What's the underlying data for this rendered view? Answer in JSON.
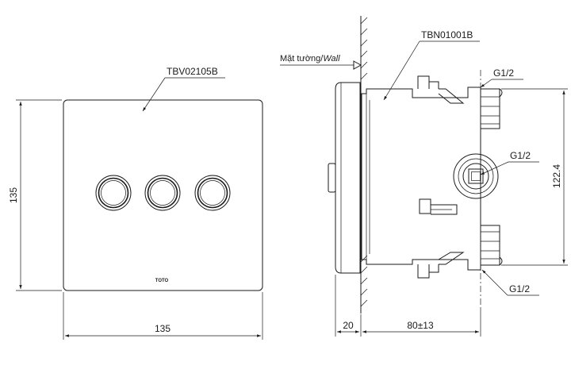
{
  "labels": {
    "front_part": "TBV02105B",
    "side_part": "TBN01001B",
    "wall_prefix": "Mặt tường/",
    "wall_en": "Wall",
    "brand": "TOTO",
    "thread_top": "G1/2",
    "thread_mid": "G1/2",
    "thread_bottom": "G1/2"
  },
  "dimensions": {
    "front_height": "135",
    "front_width": "135",
    "wall_offset": "20",
    "body_depth": "80±13",
    "port_spacing": "122.4"
  }
}
